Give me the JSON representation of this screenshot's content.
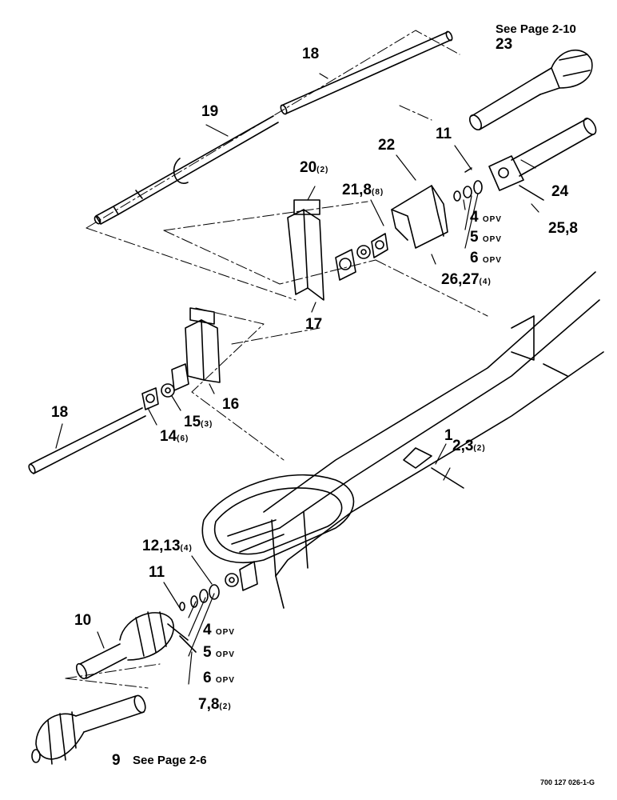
{
  "callouts": {
    "c23": {
      "num": "23"
    },
    "c18a": {
      "num": "18"
    },
    "c19": {
      "num": "19"
    },
    "c22": {
      "num": "22"
    },
    "c11a": {
      "num": "11"
    },
    "c20": {
      "num": "20",
      "qty": "(2)"
    },
    "c21": {
      "num": "21,8",
      "qty": "(8)"
    },
    "c24": {
      "num": "24"
    },
    "c4a": {
      "num": "4",
      "opt": "OPV"
    },
    "c5a": {
      "num": "5",
      "opt": "OPV"
    },
    "c6a": {
      "num": "6",
      "opt": "OPV"
    },
    "c25": {
      "num": "25,8"
    },
    "c26": {
      "num": "26,27",
      "qty": "(4)"
    },
    "c17": {
      "num": "17"
    },
    "c16": {
      "num": "16"
    },
    "c15": {
      "num": "15",
      "qty": "(3)"
    },
    "c14": {
      "num": "14",
      "qty": "(6)"
    },
    "c18b": {
      "num": "18"
    },
    "c1": {
      "num": "1"
    },
    "c23b": {
      "num": "2,3",
      "qty": "(2)"
    },
    "c12": {
      "num": "12,13",
      "qty": "(4)"
    },
    "c11b": {
      "num": "11"
    },
    "c10": {
      "num": "10"
    },
    "c4b": {
      "num": "4",
      "opt": "OPV"
    },
    "c5b": {
      "num": "5",
      "opt": "OPV"
    },
    "c6b": {
      "num": "6",
      "opt": "OPV"
    },
    "c7": {
      "num": "7,8",
      "qty": "(2)"
    },
    "c9": {
      "num": "9"
    }
  },
  "refs": {
    "top": "See Page 2-10",
    "bottom": "See Page 2-6"
  },
  "drawing_code": "700 127 026-1-G"
}
